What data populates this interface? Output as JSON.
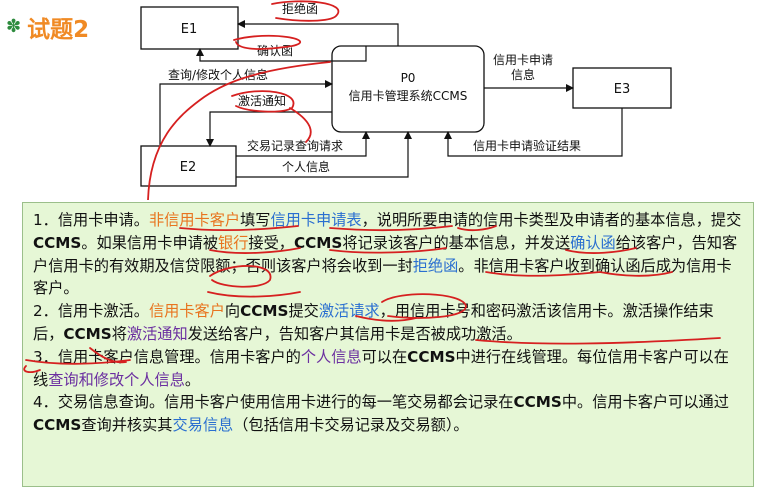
{
  "title": "试题2",
  "diagram": {
    "process": {
      "id": "P0",
      "name": "信用卡管理系统CCMS"
    },
    "entities": {
      "e1": "E1",
      "e2": "E2",
      "e3": "E3"
    },
    "flows": {
      "reject_letter": "拒绝函",
      "confirm_letter": "确认函",
      "query_modify": "查询/修改个人信息",
      "activate_notice": "激活通知",
      "trans_query": "交易记录查询请求",
      "personal_info": "个人信息",
      "apply_info_1": "信用卡申请",
      "apply_info_2": "信息",
      "verify_result": "信用卡申请验证结果"
    }
  },
  "text": {
    "p1": {
      "a": "1．信用卡申请。",
      "b": "非信用卡客户",
      "c": "填写",
      "d": "信用卡申请表",
      "e": "，说明所要申请的信用卡类型及申请者的基本信息，提交",
      "f": "CCMS",
      "g": "。如果信用卡申请被",
      "h": "银行",
      "i": "接受，",
      "j": "CCMS",
      "k": "将记录该客户的基本信息，并发送",
      "l": "确认函",
      "m": "给该客户，告知客户信用卡的有效期及信贷限额；否则该客户将会收到一封",
      "n": "拒绝函",
      "o": "。非信用卡客户收到确认函后成为信用卡客户。"
    },
    "p2": {
      "a": "2．信用卡激活。",
      "b": "信用卡客户",
      "c": "向",
      "d": "CCMS",
      "e": "提交",
      "f": "激活请求",
      "g": "，用信用卡号和密码激活该信用卡。激活操作结束后，",
      "h": "CCMS",
      "i": "将",
      "j": "激活通知",
      "k": "发送给客户，告知客户其信用卡是否被成功激活。"
    },
    "p3": {
      "a": "3．信用卡客户信息管理。信用卡客户的",
      "b": "个人信息",
      "c": "可以在",
      "d": "CCMS",
      "e": "中进行在线管理。每位信用卡客户可以在线",
      "f": "查询和修改个人信息",
      "g": "。"
    },
    "p4": {
      "a": "4．交易信息查询。信用卡客户使用信用卡进行的每一笔交易都会记录在",
      "b": "CCMS",
      "c": "中。信用卡客户可以通过",
      "d": "CCMS",
      "e": "查询并核实其",
      "f": "交易信息",
      "g": "（包括信用卡交易记录及交易额）。"
    }
  },
  "colors": {
    "orange": "#e8741f",
    "blue": "#2a6fd0",
    "purple": "#6b2fa0",
    "annotation_red": "#d62020",
    "panel_bg": "#e6f7d6"
  }
}
